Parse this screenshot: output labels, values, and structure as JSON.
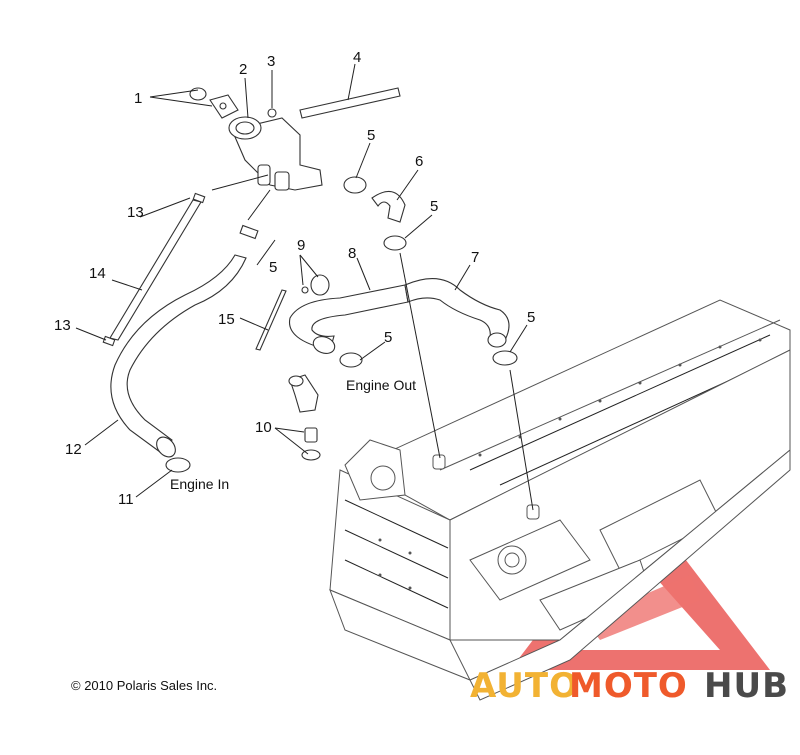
{
  "callouts": {
    "c1": "1",
    "c2": "2",
    "c3": "3",
    "c4": "4",
    "c5a": "5",
    "c5b": "5",
    "c5c": "5",
    "c5d": "5",
    "c5e": "5",
    "c6": "6",
    "c7": "7",
    "c8": "8",
    "c9": "9",
    "c10": "10",
    "c11": "11",
    "c12": "12",
    "c13a": "13",
    "c13b": "13",
    "c14": "14",
    "c15": "15"
  },
  "captions": {
    "engine_out": "Engine Out",
    "engine_in": "Engine In"
  },
  "copyright": "© 2010 Polaris Sales Inc.",
  "watermark": {
    "part1": "AUTO",
    "part2": "MOTO",
    "part3": "HUB",
    "colors": {
      "triangle": "#e8433f",
      "auto": "#f2b233",
      "moto": "#ef5a2b",
      "hub": "#4a4a4a"
    }
  }
}
